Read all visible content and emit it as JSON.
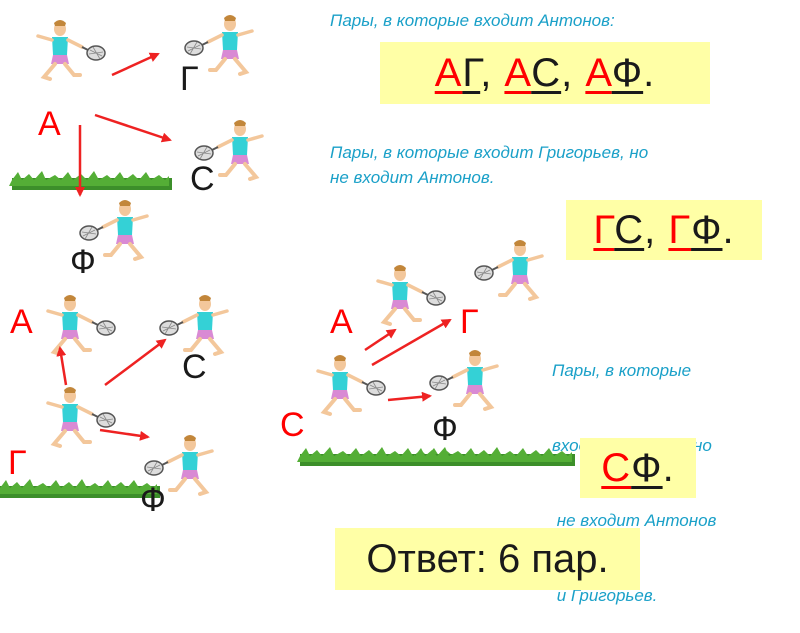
{
  "colors": {
    "label": "#ff0000",
    "arrow": "#ee2222",
    "caption": "#1aa0c8",
    "box_bg": "#ffffa6",
    "text": "#1a1a1a"
  },
  "diagram1": {
    "a": "А",
    "g": "Г",
    "s": "С",
    "f": "Ф"
  },
  "diagram2": {
    "a": "А",
    "g": "Г",
    "s": "С",
    "f": "Ф"
  },
  "diagram3": {
    "a": "А",
    "g": "Г",
    "s": "С",
    "f": "Ф"
  },
  "caption1": "Пары, в которые входит Антонов:",
  "caption2_line1": "Пары, в которые входит Григорьев, но",
  "caption2_line2": "не входит Антонов.",
  "caption3_line1": "Пары, в которые",
  "caption3_line2": "входит Сергеев, но",
  "caption3_line3": " не входит Антонов",
  "caption3_line4": " и Григорьев.",
  "box1": [
    {
      "first": "А",
      "second": "Г",
      "sep": ", "
    },
    {
      "first": "А",
      "second": "С",
      "sep": ", "
    },
    {
      "first": "А",
      "second": "Ф",
      "sep": "."
    }
  ],
  "box2": [
    {
      "first": "Г",
      "second": "С",
      "sep": ", "
    },
    {
      "first": "Г",
      "second": "Ф",
      "sep": "."
    }
  ],
  "box3": [
    {
      "first": "С",
      "second": "Ф",
      "sep": "."
    }
  ],
  "answer": "Ответ: 6 пар."
}
